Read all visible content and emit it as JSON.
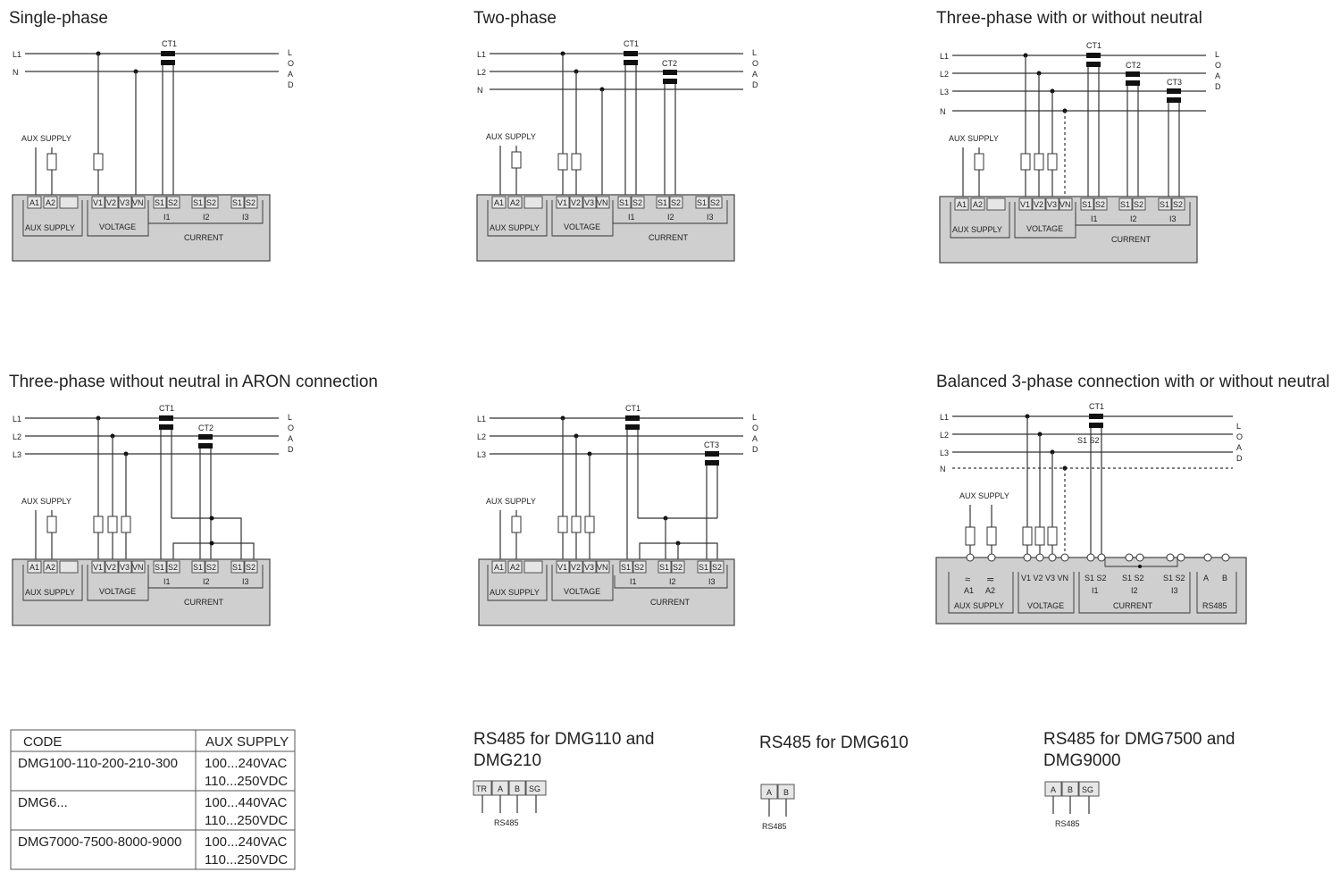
{
  "titles": {
    "single": "Single-phase",
    "two": "Two-phase",
    "three": "Three-phase with or without neutral",
    "aron": "Three-phase without neutral in ARON connection",
    "balanced": "Balanced 3-phase connection with or without neutral"
  },
  "labels": {
    "L1": "L1",
    "L2": "L2",
    "L3": "L3",
    "N": "N",
    "load": [
      "L",
      "O",
      "A",
      "D"
    ],
    "CT1": "CT1",
    "CT2": "CT2",
    "CT3": "CT3",
    "aux_supply_upper": "AUX SUPPLY",
    "aux_supply": "AUX SUPPLY",
    "voltage": "VOLTAGE",
    "current": "CURRENT",
    "A1": "A1",
    "A2": "A2",
    "V1": "V1",
    "V2": "V2",
    "V3": "V3",
    "VN": "VN",
    "S1": "S1",
    "S2": "S2",
    "I1": "I1",
    "I2": "I2",
    "I3": "I3",
    "A": "A",
    "B": "B",
    "TR": "TR",
    "SG": "SG",
    "RS485": "RS485",
    "S1S2": "S1 S2",
    "V_all": "V1 V2 V3 VN",
    "tilde": "≈",
    "tilde2": "≂"
  },
  "table": {
    "headers": [
      "CODE",
      "AUX SUPPLY"
    ],
    "rows": [
      {
        "code": "DMG100-110-200-210-300",
        "supply1": "100...240VAC",
        "supply2": "110...250VDC"
      },
      {
        "code": "DMG6...",
        "supply1": "100...440VAC",
        "supply2": "110...250VDC"
      },
      {
        "code": "DMG7000-7500-8000-9000",
        "supply1": "100...240VAC",
        "supply2": "110...250VDC"
      }
    ]
  },
  "rs485": {
    "dmg110_line1": "RS485 for DMG110 and",
    "dmg110_line2": "DMG210",
    "dmg610": "RS485 for DMG610",
    "dmg7500_line1": "RS485 for DMG7500 and",
    "dmg7500_line2": "DMG9000",
    "bus_label": "RS485"
  }
}
